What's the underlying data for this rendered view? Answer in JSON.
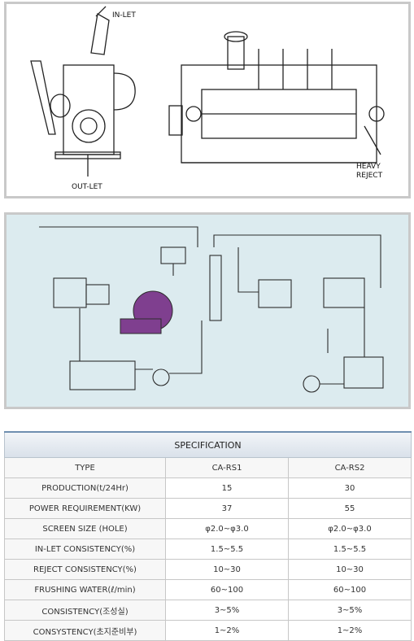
{
  "machine_drawing": {
    "inlet_label": "IN-LET",
    "outlet_label": "OUT-LET",
    "heavy_reject_line1": "HEAVY",
    "heavy_reject_line2": "REJECT"
  },
  "spec": {
    "caption": "SPECIFICATION",
    "columns": [
      "TYPE",
      "CA-RS1",
      "CA-RS2"
    ],
    "rows": [
      {
        "label": "PRODUCTION(t/24Hr)",
        "v1": "15",
        "v2": "30"
      },
      {
        "label": "POWER REQUIREMENT(KW)",
        "v1": "37",
        "v2": "55"
      },
      {
        "label": "SCREEN SIZE (HOLE)",
        "v1": "φ2.0~φ3.0",
        "v2": "φ2.0~φ3.0"
      },
      {
        "label": "IN-LET CONSISTENCY(%)",
        "v1": "1.5~5.5",
        "v2": "1.5~5.5"
      },
      {
        "label": "REJECT CONSISTENCY(%)",
        "v1": "10~30",
        "v2": "10~30"
      },
      {
        "label": "FRUSHING WATER(ℓ/min)",
        "v1": "60~100",
        "v2": "60~100"
      },
      {
        "label": "CONSISTENCY(조성실)",
        "v1": "3~5%",
        "v2": "3~5%"
      },
      {
        "label": "CONSYSTENCY(초지준비부)",
        "v1": "1~2%",
        "v2": "1~2%"
      }
    ]
  }
}
